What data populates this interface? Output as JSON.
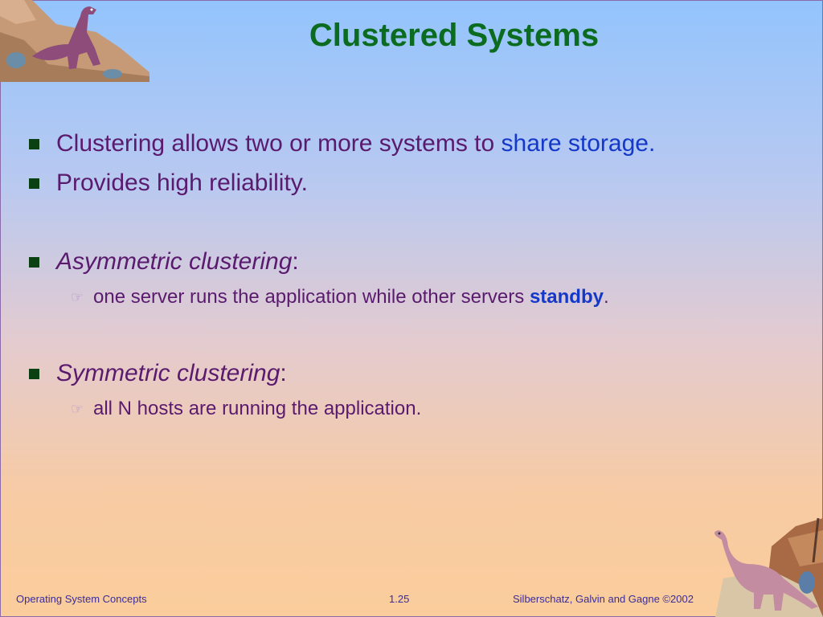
{
  "slide": {
    "title": "Clustered Systems",
    "bullets": [
      {
        "pre": "Clustering allows two or more systems to ",
        "accent": "share storage",
        "post": "."
      },
      {
        "text": "Provides high reliability."
      },
      {
        "italic": "Asymmetric clustering",
        "post": ":",
        "sub": {
          "pre": "one server runs the application while other servers ",
          "bold": "standby",
          "post": "."
        }
      },
      {
        "italic": "Symmetric clustering",
        "post": ":",
        "sub": {
          "text": "all N hosts are running the application."
        }
      }
    ],
    "sub_bullet_icon": "pointing-hand-icon",
    "bullet_icon": "square-bullet-icon"
  },
  "footer": {
    "left": "Operating System Concepts",
    "center": "1.25",
    "right": "Silberschatz, Galvin and  Gagne ©2002"
  },
  "colors": {
    "title": "#0b6b1f",
    "body_text": "#5a1a6e",
    "accent": "#1438c8",
    "footer": "#3a2c9a"
  }
}
